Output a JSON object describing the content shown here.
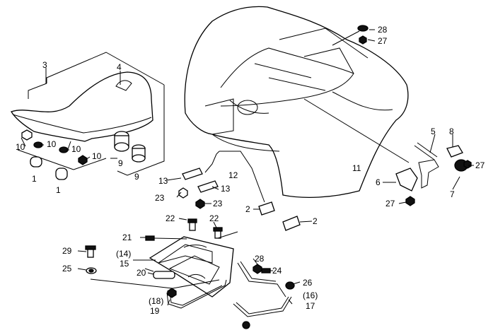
{
  "callouts": {
    "c1a": "1",
    "c1b": "1",
    "c2a": "2",
    "c2b": "2",
    "c3": "3",
    "c4": "4",
    "c5": "5",
    "c6": "6",
    "c7": "7",
    "c8": "8",
    "c9a": "9",
    "c9b": "9",
    "c10a": "10",
    "c10b": "10",
    "c10c": "10",
    "c10d": "10",
    "c11": "11",
    "c12": "12",
    "c13a": "13",
    "c13b": "13",
    "c14": "(14)",
    "c15": "15",
    "c16": "(16)",
    "c17": "17",
    "c18": "(18)",
    "c19": "19",
    "c20": "20",
    "c21": "21",
    "c22a": "22",
    "c22b": "22",
    "c23a": "23",
    "c23b": "23",
    "c24": "24",
    "c25": "25",
    "c26": "26",
    "c27a": "27",
    "c27b": "27",
    "c27c": "27",
    "c28a": "28",
    "c28b": "28",
    "c29": "29"
  }
}
